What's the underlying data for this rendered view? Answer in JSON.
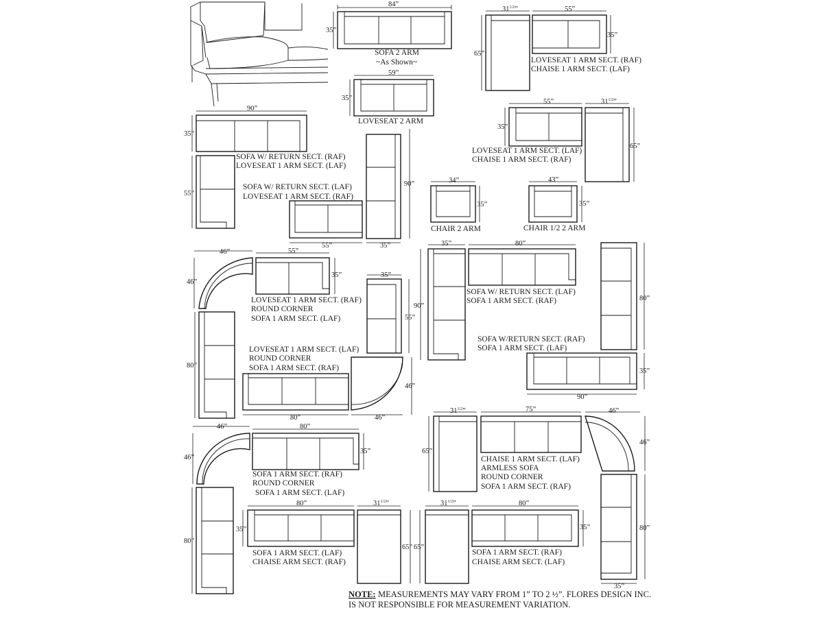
{
  "labels": {
    "sofa2arm": "SOFA 2 ARM",
    "as_shown": "~As Shown~",
    "loveseat2arm": "LOVESEAT  2 ARM",
    "c1": [
      "LOVESEAT 1 ARM SECT. (RAF)",
      "CHAISE 1 ARM SECT. (LAF)"
    ],
    "c2": [
      "LOVESEAT 1 ARM SECT. (LAF)",
      "CHAISE 1 ARM SECT. (RAF)"
    ],
    "c3": [
      "SOFA W/ RETURN SECT. (RAF)",
      "LOVESEAT  1 ARM SECT. (LAF)"
    ],
    "c4": [
      "SOFA  W/ RETURN SECT. (LAF)",
      "LOVESEAT 1 ARM SECT. (RAF)"
    ],
    "chair2arm": "CHAIR 2 ARM",
    "chairhalf": "CHAIR 1/2  2 ARM",
    "c5": [
      "LOVESEAT 1 ARM SECT. (RAF)",
      "ROUND CORNER",
      "SOFA 1 ARM SECT. (LAF)"
    ],
    "c6": [
      "LOVESEAT 1 ARM SECT. (LAF)",
      "ROUND CORNER",
      "SOFA 1 ARM SECT. (RAF)"
    ],
    "c7": [
      "SOFA W/ RETURN SECT. (LAF)",
      "SOFA 1 ARM SECT. (RAF)"
    ],
    "c8": [
      "SOFA W/RETURN SECT. (RAF)",
      "SOFA 1 ARM SECT. (LAF)"
    ],
    "c9": [
      "SOFA 1 ARM SECT. (RAF)",
      "ROUND CORNER",
      "SOFA 1 ARM SECT. (LAF)"
    ],
    "c10": [
      "CHAISE 1 ARM SECT. (LAF)",
      "ARMLESS SOFA",
      "ROUND CORNER",
      "SOFA 1 ARM SECT. (RAF)"
    ],
    "c11": [
      "SOFA 1 ARM SECT. (LAF)",
      "CHAISE ARM SECT. (RAF)"
    ],
    "c12": [
      "SOFA 1 ARM SECT. (RAF)",
      "CHAISE ARM SECT. (LAF)"
    ]
  },
  "dims": {
    "d84": "84”",
    "d35": "35”",
    "d59": "59”",
    "d90": "90”",
    "d55": "55”",
    "d65": "65”",
    "d34": "34”",
    "d43": "43”",
    "d46": "46”",
    "d80": "80”",
    "d75": "75”",
    "d31": "31",
    "half": "1/2",
    "inch": "”"
  },
  "note": {
    "lead": "NOTE:",
    "line1": "MEASUREMENTS MAY VARY FROM 1” TO 2 ½”. FLORES DESIGN INC.",
    "line2": "IS NOT RESPONSIBLE FOR MEASUREMENT VARIATION."
  }
}
